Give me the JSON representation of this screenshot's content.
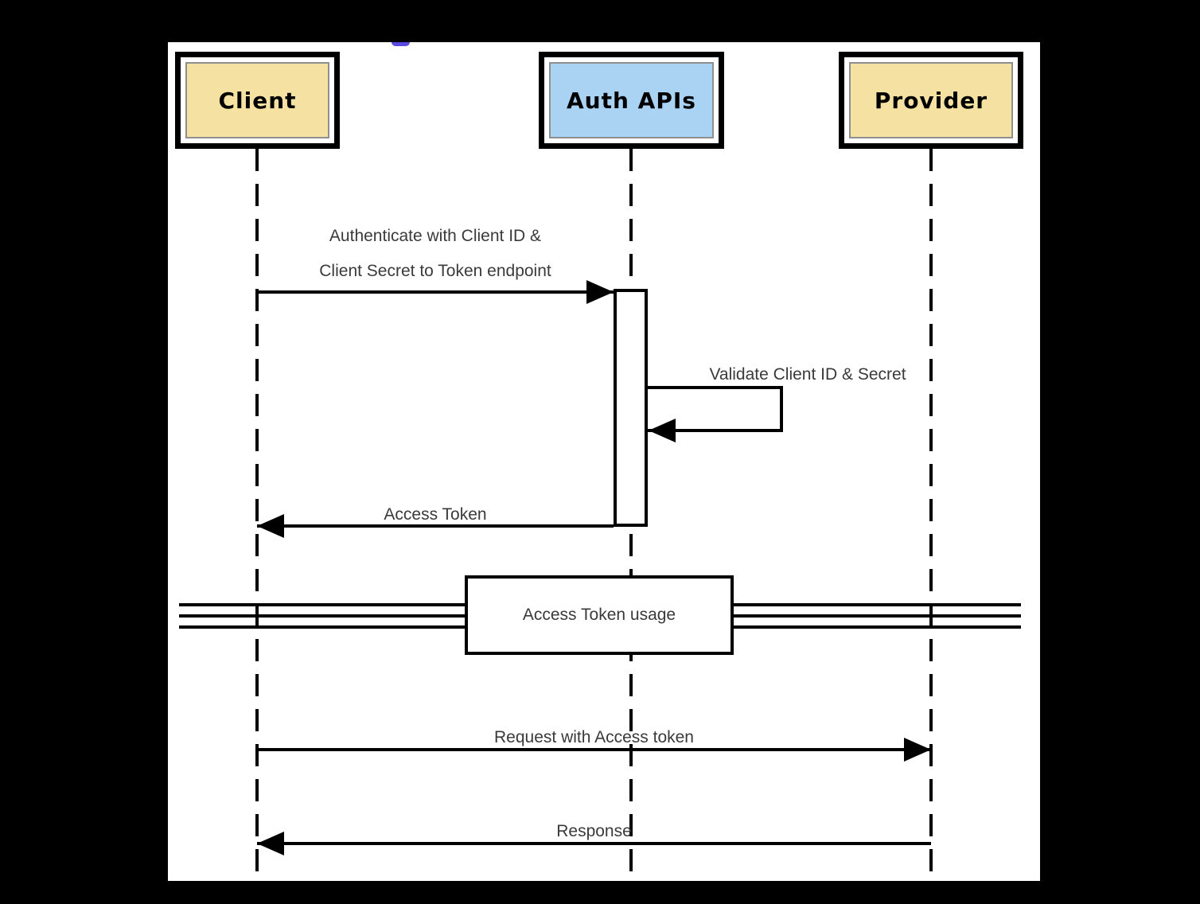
{
  "diagram": {
    "type": "sequence-diagram",
    "actors": [
      {
        "id": "client",
        "label": "Client",
        "fill": "#f5e2a3"
      },
      {
        "id": "auth-apis",
        "label": "Auth APIs",
        "fill": "#a9d2f3"
      },
      {
        "id": "provider",
        "label": "Provider",
        "fill": "#f5e2a3"
      }
    ],
    "messages": {
      "authenticate": {
        "line1": "Authenticate with Client ID &",
        "line2": "Client Secret to Token endpoint",
        "from": "Client",
        "to": "Auth APIs",
        "direction": "right"
      },
      "validate": {
        "label": "Validate Client ID & Secret",
        "from": "Auth APIs",
        "to": "Auth APIs",
        "direction": "self"
      },
      "access_token": {
        "label": "Access Token",
        "from": "Auth APIs",
        "to": "Client",
        "direction": "left"
      },
      "request": {
        "label": "Request with Access token",
        "from": "Client",
        "to": "Provider",
        "direction": "right"
      },
      "response": {
        "label": "Response",
        "from": "Provider",
        "to": "Client",
        "direction": "left"
      }
    },
    "divider": {
      "label": "Access Token usage"
    },
    "colors": {
      "page_background": "#000000",
      "canvas_background": "#ffffff",
      "line": "#000000",
      "label_text": "#3a3a3a",
      "actor_yellow": "#f5e2a3",
      "actor_blue": "#a9d2f3",
      "inner_border_gray": "#8f8f8f",
      "blob_purple": "#5b4ae1"
    }
  }
}
